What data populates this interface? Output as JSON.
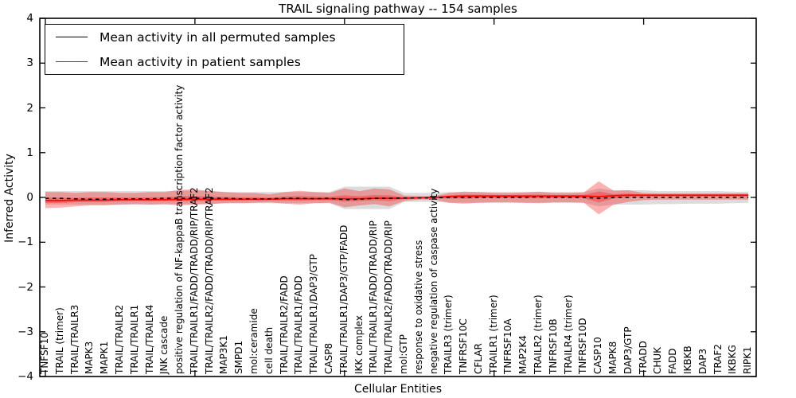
{
  "title": "TRAIL signaling pathway -- 154 samples",
  "axes": {
    "ylabel": "Inferred Activity",
    "xlabel": "Cellular Entities",
    "ytick_labels": [
      "4",
      "3",
      "2",
      "1",
      "0",
      "−1",
      "−2",
      "−3",
      "−4"
    ],
    "ytick_values": [
      4,
      3,
      2,
      1,
      0,
      -1,
      -2,
      -3,
      -4
    ]
  },
  "legend": {
    "items": [
      {
        "label": "Mean activity in all permuted samples",
        "color": "#000000"
      },
      {
        "label": "Mean activity in patient samples",
        "color": "#ff0000"
      }
    ]
  },
  "colors": {
    "patient_line": "#ff0000",
    "permuted_line": "#000000",
    "patient_band": "rgba(255,0,0,0.30)",
    "permuted_band": "rgba(140,140,140,0.30)"
  },
  "chart_data": {
    "type": "line",
    "title": "TRAIL signaling pathway -- 154 samples",
    "xlabel": "Cellular Entities",
    "ylabel": "Inferred Activity",
    "ylim": [
      -4,
      4
    ],
    "grid": false,
    "legend_position": "upper left",
    "categories": [
      "TNFSF10",
      "TRAIL (trimer)",
      "TRAIL/TRAILR3",
      "MAPK3",
      "MAPK1",
      "TRAIL/TRAILR2",
      "TRAIL/TRAILR1",
      "TRAIL/TRAILR4",
      "JNK cascade",
      "positive regulation of NF-kappaB transcription factor activity",
      "TRAIL/TRAILR1/FADD/TRADD/RIP/TRAF2",
      "TRAIL/TRAILR2/FADD/TRADD/RIP/TRAF2",
      "MAP3K1",
      "SMPD1",
      "mol:ceramide",
      "cell death",
      "TRAIL/TRAILR2/FADD",
      "TRAIL/TRAILR1/FADD",
      "TRAIL/TRAILR1/DAP3/GTP",
      "CASP8",
      "TRAIL/TRAILR1/DAP3/GTP/FADD",
      "IKK complex",
      "TRAIL/TRAILR1/FADD/TRADD/RIP",
      "TRAIL/TRAILR2/FADD/TRADD/RIP",
      "mol:GTP",
      "response to oxidative stress",
      "negative regulation of caspase activity",
      "TRAILR3 (trimer)",
      "TNFRSF10C",
      "CFLAR",
      "TRAILR1 (trimer)",
      "TNFRSF10A",
      "MAP2K4",
      "TRAILR2 (trimer)",
      "TNFRSF10B",
      "TRAILR4 (trimer)",
      "TNFRSF10D",
      "CASP10",
      "MAPK8",
      "DAP3/GTP",
      "TRADD",
      "CHUK",
      "FADD",
      "IKBKB",
      "DAP3",
      "TRAF2",
      "IKBKG",
      "RIPK1"
    ],
    "series": [
      {
        "name": "Mean activity in all permuted samples",
        "style": "dashed",
        "color": "#000000",
        "values": [
          -0.02,
          -0.02,
          -0.03,
          -0.04,
          -0.04,
          -0.03,
          -0.03,
          -0.03,
          -0.02,
          -0.02,
          -0.02,
          -0.02,
          -0.02,
          -0.03,
          -0.03,
          -0.03,
          -0.02,
          -0.02,
          -0.03,
          -0.02,
          -0.05,
          -0.04,
          -0.02,
          -0.02,
          -0.01,
          -0.01,
          -0.01,
          0,
          0,
          0,
          0,
          0,
          0,
          0.01,
          0,
          0,
          0,
          -0.02,
          0,
          0,
          0,
          0,
          0,
          0,
          0,
          0,
          0,
          0
        ]
      },
      {
        "name": "Mean activity in patient samples",
        "style": "solid",
        "color": "#ff0000",
        "values": [
          -0.07,
          -0.07,
          -0.06,
          -0.06,
          -0.06,
          -0.05,
          -0.05,
          -0.05,
          -0.05,
          -0.04,
          -0.04,
          -0.04,
          -0.04,
          -0.04,
          -0.04,
          -0.04,
          -0.03,
          -0.03,
          -0.03,
          -0.03,
          -0.03,
          -0.03,
          -0.02,
          -0.02,
          -0.02,
          -0.01,
          0,
          0.02,
          0.03,
          0.03,
          0.03,
          0.03,
          0.03,
          0.03,
          0.03,
          0.03,
          0.03,
          0.02,
          0.04,
          0.05,
          0.05,
          0.05,
          0.05,
          0.05,
          0.05,
          0.05,
          0.05,
          0.05
        ]
      }
    ],
    "bands": [
      {
        "name": "permuted-samples-band",
        "color": "rgba(140,140,140,0.30)",
        "upper": [
          0.14,
          0.14,
          0.14,
          0.14,
          0.14,
          0.14,
          0.14,
          0.14,
          0.14,
          0.15,
          0.15,
          0.15,
          0.12,
          0.12,
          0.12,
          0.12,
          0.12,
          0.12,
          0.12,
          0.12,
          0.24,
          0.24,
          0.24,
          0.24,
          0.1,
          0.1,
          0.1,
          0.12,
          0.12,
          0.12,
          0.12,
          0.12,
          0.12,
          0.12,
          0.12,
          0.12,
          0.12,
          0.2,
          0.16,
          0.16,
          0.16,
          0.14,
          0.14,
          0.14,
          0.14,
          0.14,
          0.13,
          0.12
        ],
        "lower": [
          -0.16,
          -0.16,
          -0.16,
          -0.16,
          -0.16,
          -0.16,
          -0.16,
          -0.16,
          -0.16,
          -0.15,
          -0.15,
          -0.15,
          -0.13,
          -0.13,
          -0.13,
          -0.13,
          -0.13,
          -0.13,
          -0.13,
          -0.13,
          -0.26,
          -0.26,
          -0.26,
          -0.26,
          -0.1,
          -0.1,
          -0.1,
          -0.12,
          -0.12,
          -0.12,
          -0.12,
          -0.12,
          -0.12,
          -0.12,
          -0.12,
          -0.12,
          -0.12,
          -0.2,
          -0.16,
          -0.16,
          -0.16,
          -0.15,
          -0.15,
          -0.14,
          -0.14,
          -0.14,
          -0.13,
          -0.12
        ]
      },
      {
        "name": "patient-samples-band",
        "color": "rgba(255,0,0,0.30)",
        "upper": [
          0.12,
          0.12,
          0.1,
          0.12,
          0.12,
          0.1,
          0.1,
          0.12,
          0.12,
          0.17,
          0.18,
          0.14,
          0.12,
          0.1,
          0.1,
          0.07,
          0.12,
          0.15,
          0.12,
          0.1,
          0.2,
          0.14,
          0.2,
          0.18,
          0.04,
          0.03,
          0.03,
          0.1,
          0.13,
          0.12,
          0.1,
          0.1,
          0.11,
          0.13,
          0.1,
          0.1,
          0.11,
          0.36,
          0.15,
          0.16,
          0.1,
          0.09,
          0.09,
          0.09,
          0.09,
          0.09,
          0.09,
          0.09
        ],
        "lower": [
          -0.24,
          -0.23,
          -0.2,
          -0.18,
          -0.18,
          -0.16,
          -0.15,
          -0.16,
          -0.15,
          -0.18,
          -0.16,
          -0.15,
          -0.13,
          -0.13,
          -0.12,
          -0.11,
          -0.14,
          -0.16,
          -0.13,
          -0.12,
          -0.22,
          -0.18,
          -0.15,
          -0.2,
          -0.08,
          -0.05,
          -0.05,
          -0.12,
          -0.14,
          -0.12,
          -0.11,
          -0.11,
          -0.12,
          -0.13,
          -0.11,
          -0.11,
          -0.12,
          -0.38,
          -0.16,
          -0.1,
          -0.06,
          -0.05,
          -0.05,
          -0.05,
          -0.05,
          -0.05,
          -0.05,
          -0.05
        ]
      }
    ]
  }
}
